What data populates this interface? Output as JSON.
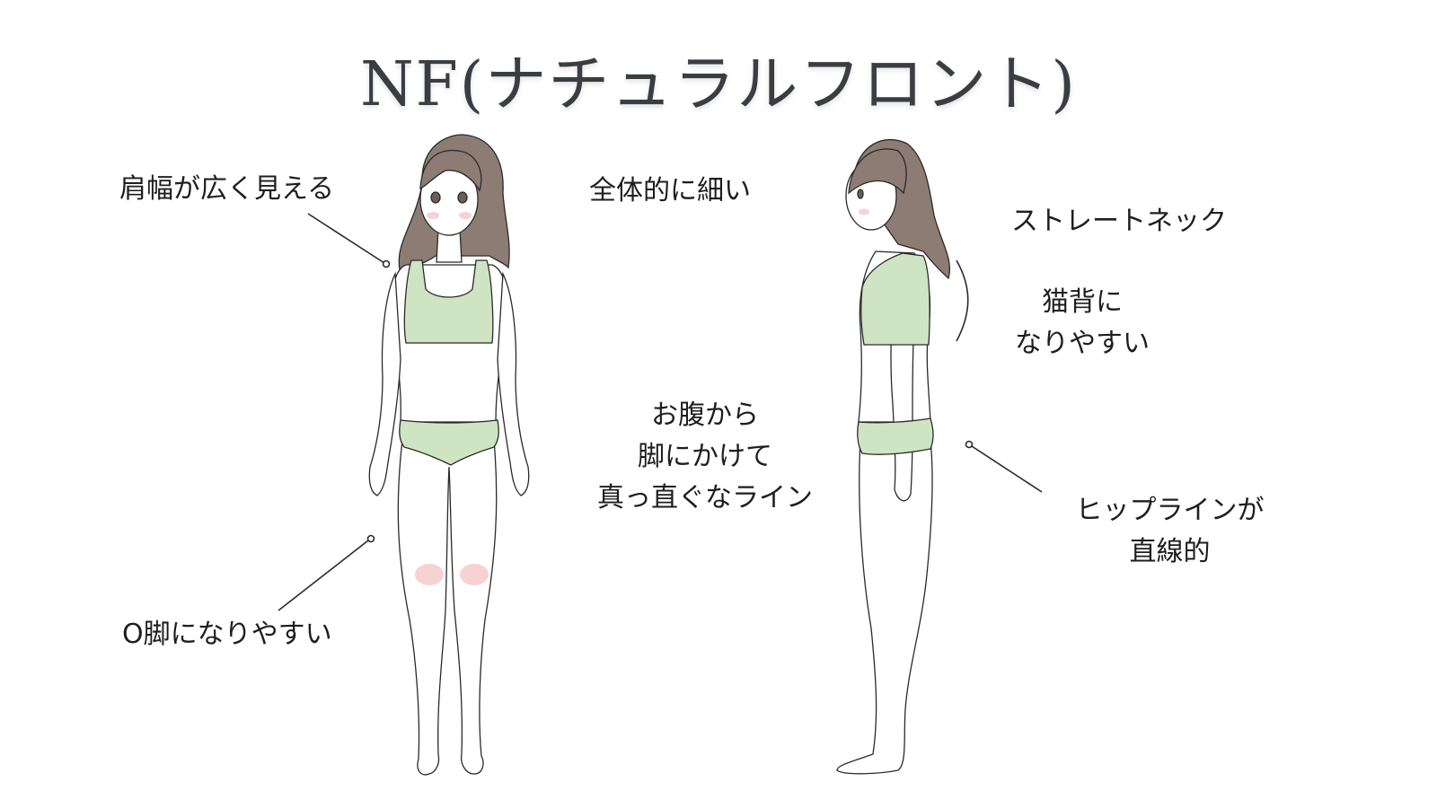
{
  "title": "NF(ナチュラルフロント)",
  "labels": {
    "shoulder": "肩幅が広く見える",
    "slim": "全体的に細い",
    "straight_neck": "ストレートネック",
    "hunchback_line1": "猫背に",
    "hunchback_line2": "なりやすい",
    "belly_line1": "お腹から",
    "belly_line2": "脚にかけて",
    "belly_line3": "真っ直ぐなライン",
    "hipline_line1": "ヒップラインが",
    "hipline_line2": "直線的",
    "oleg": "O脚になりやすい"
  },
  "colors": {
    "underwear": "#cfe4c3",
    "hair": "#8d7c74",
    "line": "#2a2a2a",
    "skin": "#ffffff",
    "blush": "#f6d2d2"
  }
}
